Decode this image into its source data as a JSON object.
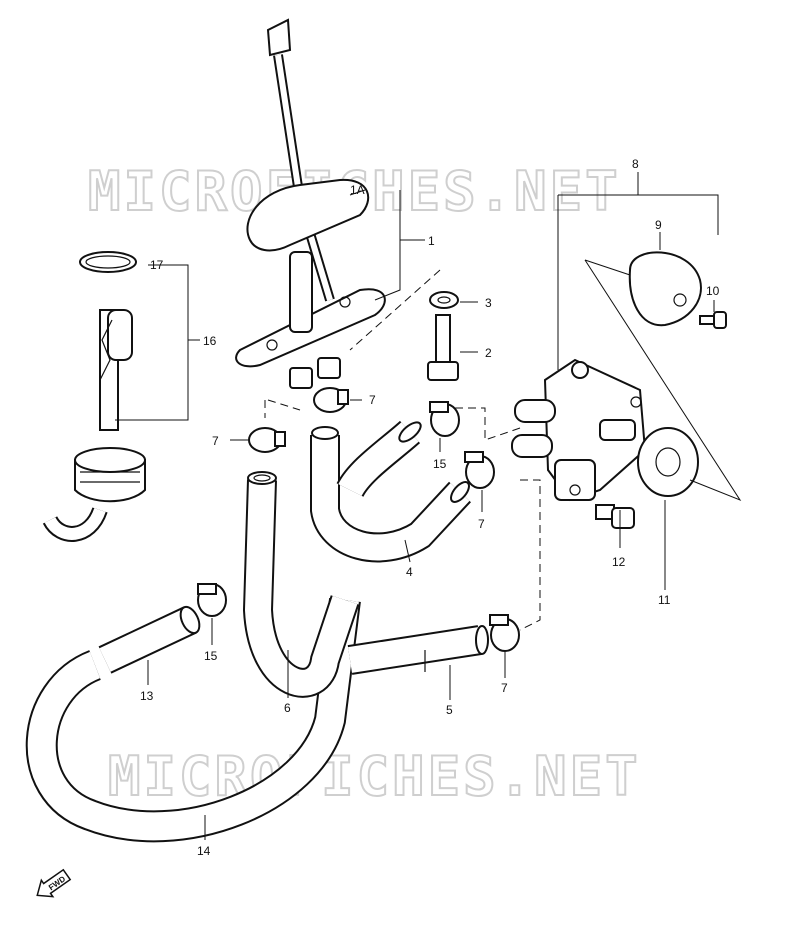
{
  "watermark": {
    "text": "MICROFICHES.NET"
  },
  "callouts": {
    "p1": "1",
    "p1a": "1A",
    "p2": "2",
    "p3": "3",
    "p4": "4",
    "p5": "5",
    "p6": "6",
    "p7a": "7",
    "p7b": "7",
    "p7c": "7",
    "p7d": "7",
    "p8": "8",
    "p9": "9",
    "p10": "10",
    "p11": "11",
    "p12": "12",
    "p13": "13",
    "p14": "14",
    "p15a": "15",
    "p15b": "15",
    "p16": "16",
    "p17": "17"
  },
  "fwd_icon": {
    "text": "FWD"
  }
}
